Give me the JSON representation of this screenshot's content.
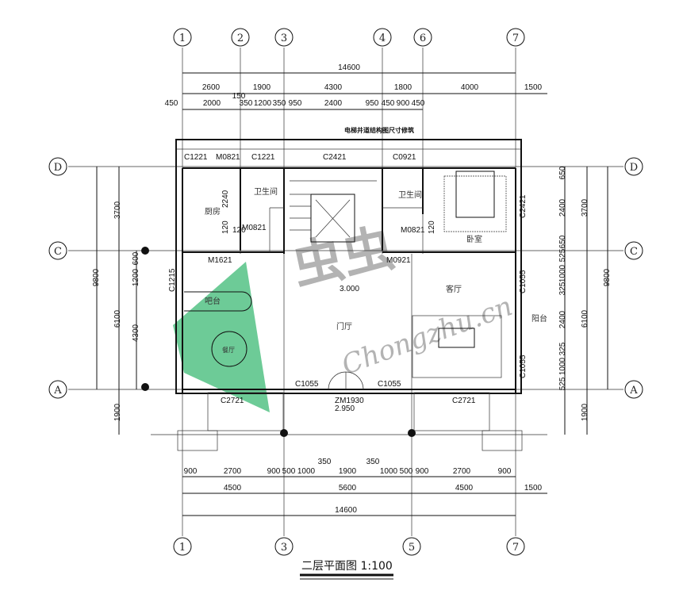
{
  "title": "二层平面图 1:100",
  "axes_top": [
    "1",
    "2",
    "3",
    "4",
    "6",
    "7"
  ],
  "axes_bottom": [
    "1",
    "3",
    "5",
    "7"
  ],
  "axes_rows": [
    "D",
    "C",
    "A"
  ],
  "dims_top": {
    "total": "14600",
    "row2": [
      "2600",
      "1900",
      "4300",
      "1800",
      "4000",
      "1500"
    ],
    "row3": [
      "450",
      "2000",
      "150",
      "350",
      "1200",
      "350",
      "950",
      "2400",
      "950",
      "450",
      "900",
      "450"
    ]
  },
  "dims_bottom": {
    "row1": [
      "900",
      "2700",
      "900",
      "500",
      "1000",
      "350",
      "1900",
      "350",
      "1000",
      "500",
      "900",
      "2700",
      "900"
    ],
    "row2": [
      "4500",
      "5600",
      "4500",
      "1500"
    ],
    "total": "14600"
  },
  "dims_left": [
    "3700",
    "9800",
    "1200",
    "600",
    "6100",
    "4300",
    "1900"
  ],
  "dims_right": [
    "650",
    "2400",
    "650",
    "525",
    "1000",
    "325",
    "2400",
    "325",
    "1000",
    "525",
    "3700",
    "6100",
    "9800",
    "1900"
  ],
  "note": "电梯井道结构图尺寸修筑",
  "openings": [
    "C1221",
    "M0821",
    "C1221",
    "C2421",
    "C0921",
    "M0821",
    "M0821",
    "M1621",
    "M0921",
    "C1215",
    "C1055",
    "C2421",
    "C1055",
    "C1055",
    "C1055",
    "C2721",
    "C2721",
    "ZM1930",
    "2240",
    "120",
    "120",
    "120"
  ],
  "rooms": {
    "kitchen": "厨房",
    "bath1": "卫生间",
    "bath2": "卫生间",
    "bedroom": "卧室",
    "bar": "吧台",
    "hall": "门厅",
    "living": "客厅",
    "balcony": "阳台",
    "dining": "餐厅"
  },
  "levels": [
    "3.000",
    "2.950"
  ],
  "watermark": {
    "cn": "虫虫",
    "site": "Chongzhu.cn"
  }
}
